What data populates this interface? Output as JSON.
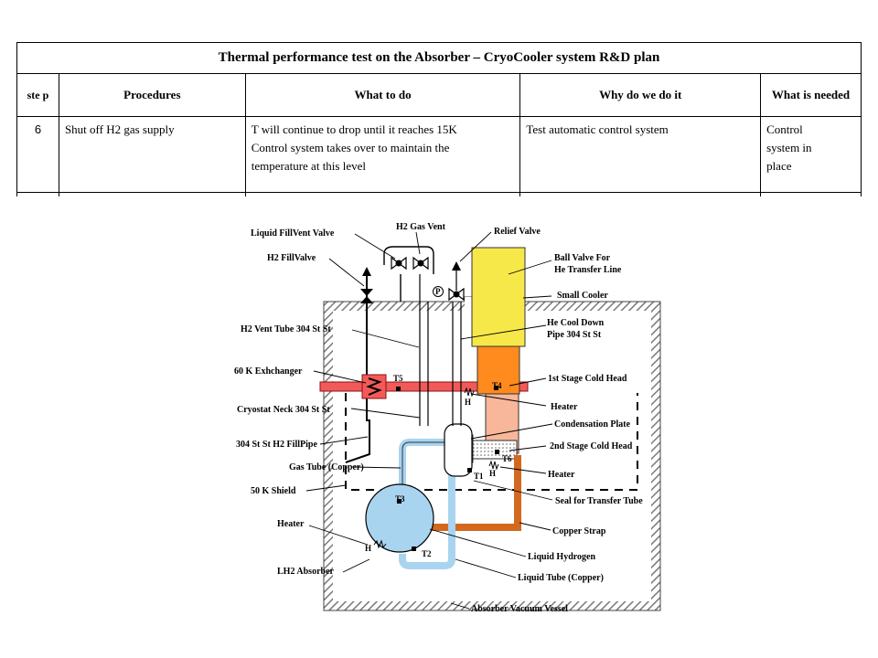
{
  "table": {
    "title": "Thermal performance test on the Absorber – CryoCooler system R&D plan",
    "headers": {
      "step": "ste p",
      "procedures": "Procedures",
      "what": "What to do",
      "why": "Why do we do it",
      "needed": "What is needed"
    },
    "row": {
      "step": "6",
      "procedure": "Shut off H2 gas supply",
      "what_line1": "T will continue to drop until it reaches 15K",
      "what_line2": "Control system takes over to maintain the",
      "what_line3": "temperature at this level",
      "why": "Test automatic control system",
      "needed_line1": "Control",
      "needed_line2": "system in",
      "needed_line3": "place"
    }
  },
  "diagram": {
    "labels": {
      "liquid_fill_vent_valve": "Liquid FillVent Valve",
      "h2_gas_vent": "H2 Gas Vent",
      "relief_valve": "Relief Valve",
      "h2_fill_valve": "H2 FillValve",
      "ball_valve_1": "Ball Valve For",
      "ball_valve_2": "He Transfer Line",
      "small_cooler": "Small Cooler",
      "h2_vent_tube": "H2 Vent Tube 304 St St",
      "he_cool_down_1": "He Cool Down",
      "he_cool_down_2": "Pipe 304 St St",
      "exchanger_60k": "60 K Exhchanger",
      "first_stage": "1st Stage Cold Head",
      "heater_1": "Heater",
      "cryostat_neck": "Cryostat Neck 304 St St",
      "condensation_plate": "Condensation Plate",
      "fill_pipe": "304 St St H2 FillPipe",
      "second_stage": "2nd Stage Cold Head",
      "gas_tube": "Gas Tube (Copper)",
      "heater_2": "Heater",
      "shield_50k": "50 K Shield",
      "seal": "Seal for Transfer Tube",
      "heater_3": "Heater",
      "copper_strap": "Copper Strap",
      "liquid_hydrogen": "Liquid Hydrogen",
      "lh2_absorber": "LH2 Absorber",
      "liquid_tube": "Liquid Tube (Copper)",
      "vacuum_vessel": "Absorber Vacuum Vessel"
    },
    "tags": {
      "t5": "T5",
      "t4": "T4",
      "t6": "T6",
      "t1": "T1",
      "t3": "T3",
      "t2": "T2",
      "h": "H",
      "p": "P"
    }
  }
}
